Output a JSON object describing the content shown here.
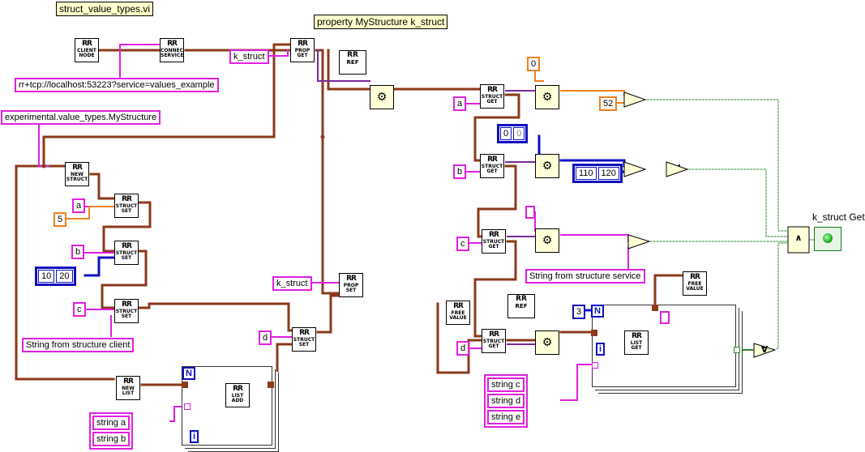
{
  "labels": {
    "vi_name": "struct_value_types.vi",
    "property_label": "property MyStructure k_struct",
    "indicator_label": "k_struct Get"
  },
  "nodes": {
    "rr": "RR",
    "client_node": "CLIENT NODE",
    "connect_service": "CONNECT SERVICE",
    "prop_get": "PROP GET",
    "prop_set": "PROP SET",
    "new_struct": "NEW STRUCT",
    "struct_set": "STRUCT SET",
    "struct_get": "STRUCT GET",
    "new_list": "NEW LIST",
    "list_add": "LIST ADD",
    "list_get": "LIST GET",
    "free_value": "FREE VALUE",
    "ref": "REF"
  },
  "constants": {
    "url": "rr+tcp://localhost:53223?service=values_example",
    "struct_type": "experimental.value_types.MyStructure",
    "k_struct_get": "k_struct",
    "k_struct_set": "k_struct",
    "field_a_set": "a",
    "field_b_set": "b",
    "field_c_set": "c",
    "field_d_set": "d",
    "field_a_get": "a",
    "field_b_get": "b",
    "field_c_get": "c",
    "field_d_get": "d",
    "value_5": "5",
    "array_10_20": [
      "10",
      "20"
    ],
    "string_client": "String from structure client",
    "string_service": "String from structure service",
    "strings_ab": [
      "string a",
      "string b"
    ],
    "strings_cde": [
      "string c",
      "string d",
      "string e"
    ],
    "zero": "0",
    "expected_52": "52",
    "array_zero": [
      "0",
      "0"
    ],
    "array_110_120": [
      "110",
      "120"
    ],
    "n_count": "3",
    "loop_N": "N",
    "loop_i": "i"
  },
  "operators": {
    "equal": "=",
    "and_array": "∀",
    "and_all": "∧"
  }
}
